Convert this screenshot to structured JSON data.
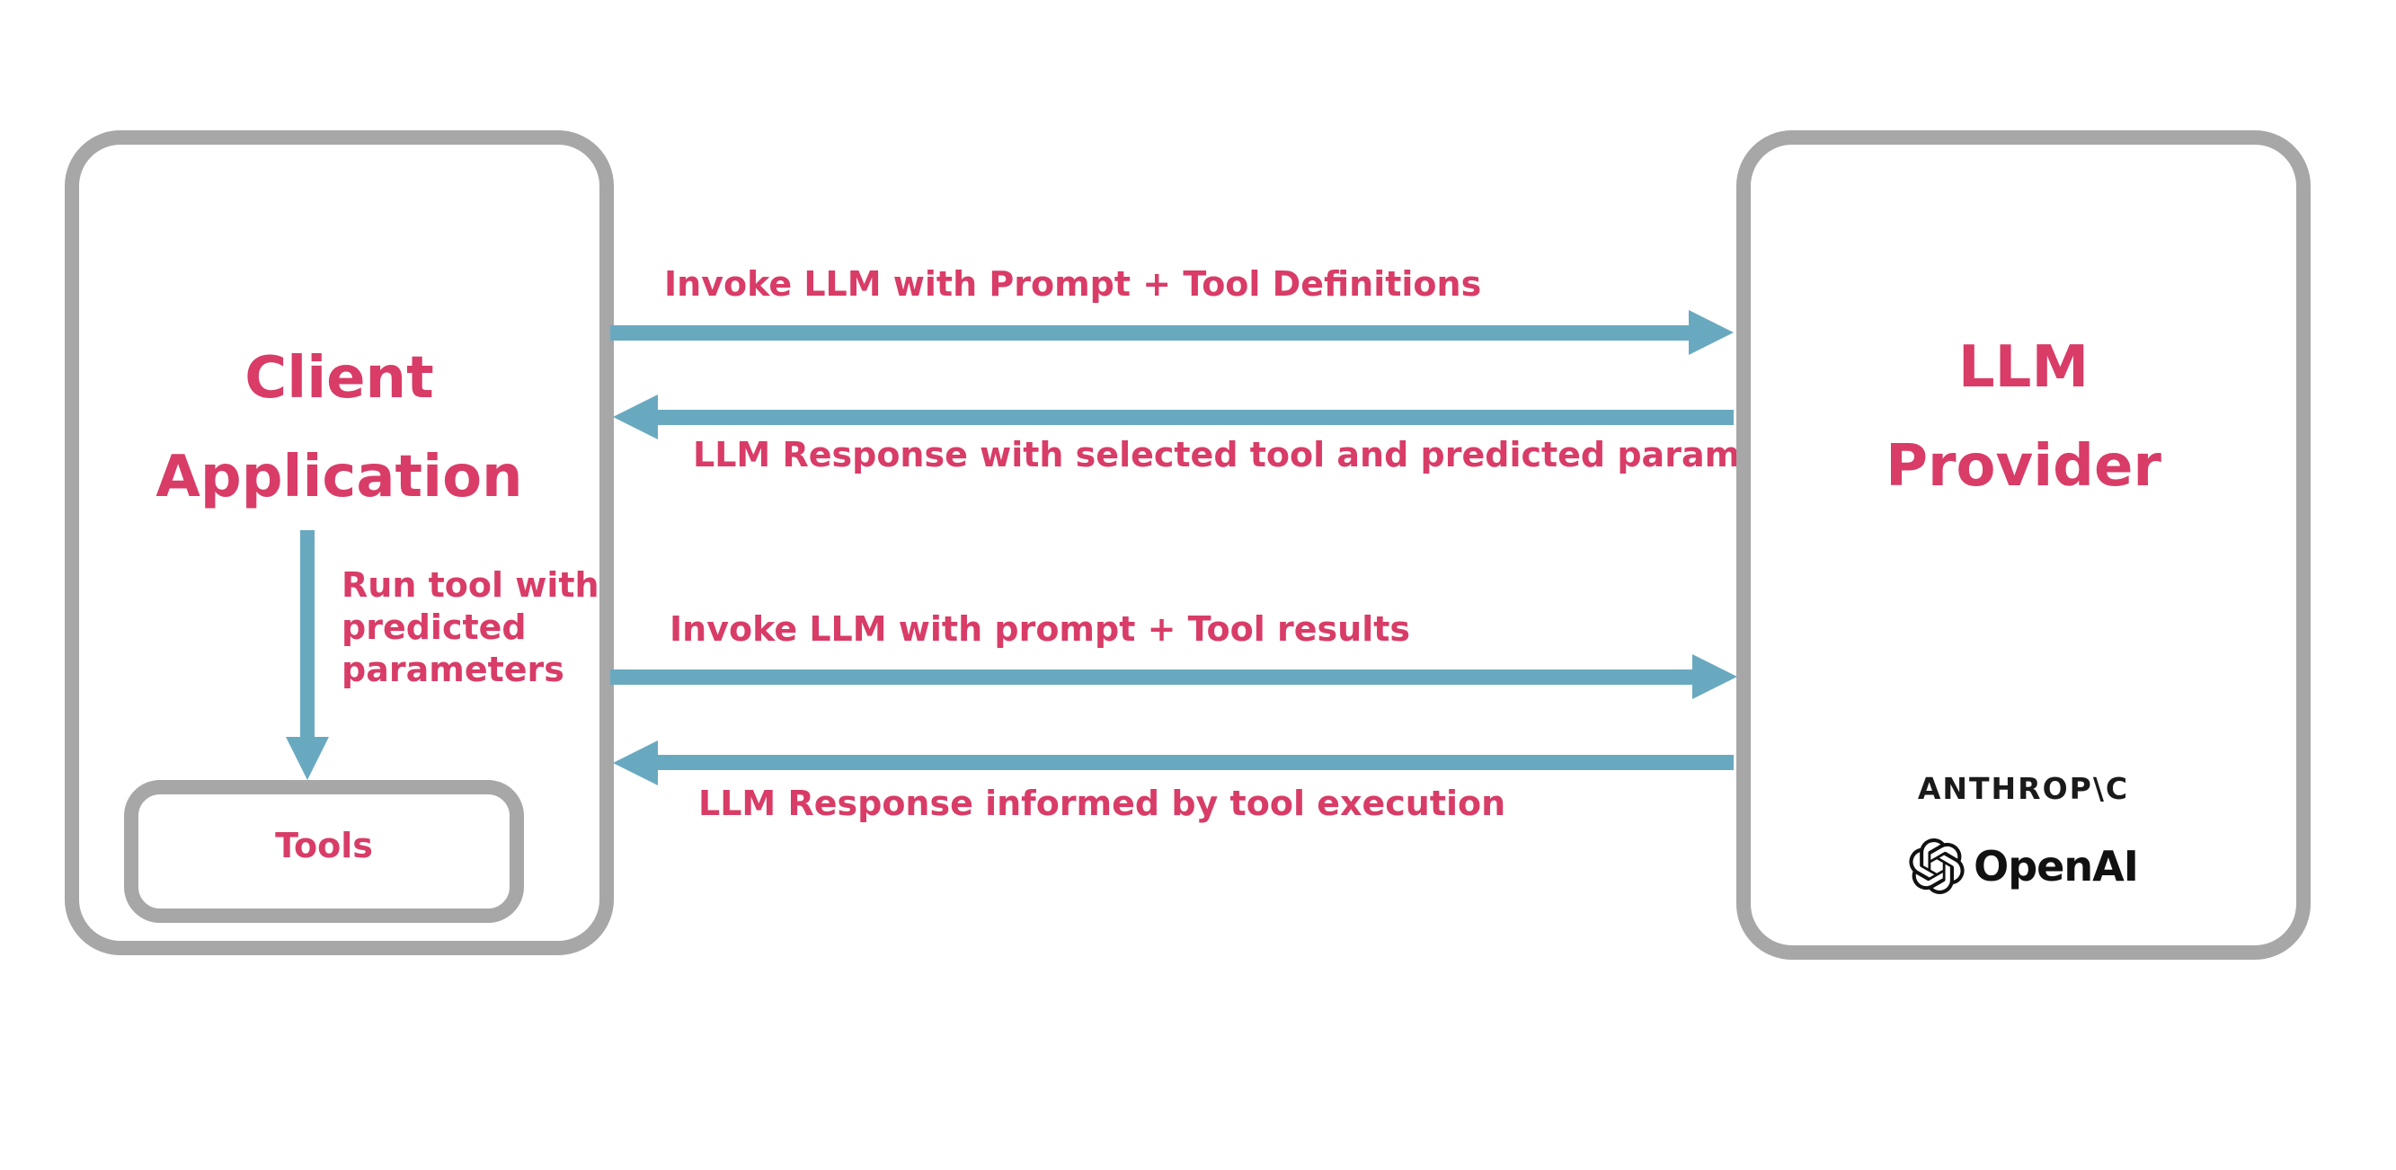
{
  "colors": {
    "pink": "#d83c67",
    "blue": "#69a9c0",
    "gray": "#a7a7a7",
    "ink": "#1a1a1a"
  },
  "client": {
    "title_line1": "Client",
    "title_line2": "Application",
    "run_tool_note": {
      "lines": [
        "Run tool with",
        "predicted",
        "parameters"
      ]
    },
    "tools_label": "Tools"
  },
  "llm": {
    "title_line1": "LLM",
    "title_line2": "Provider",
    "providers": {
      "anthropic_wordmark": "ANTHROP\\C",
      "openai_wordmark": "OpenAI",
      "openai_icon": "openai-hexaknot-icon"
    }
  },
  "flows": [
    {
      "direction": "right",
      "label": "Invoke LLM with Prompt + Tool Definitions"
    },
    {
      "direction": "left",
      "label": "LLM Response with selected tool and predicted parameters"
    },
    {
      "direction": "right",
      "label": "Invoke LLM with prompt + Tool results"
    },
    {
      "direction": "left",
      "label": "LLM Response informed by tool execution"
    }
  ]
}
